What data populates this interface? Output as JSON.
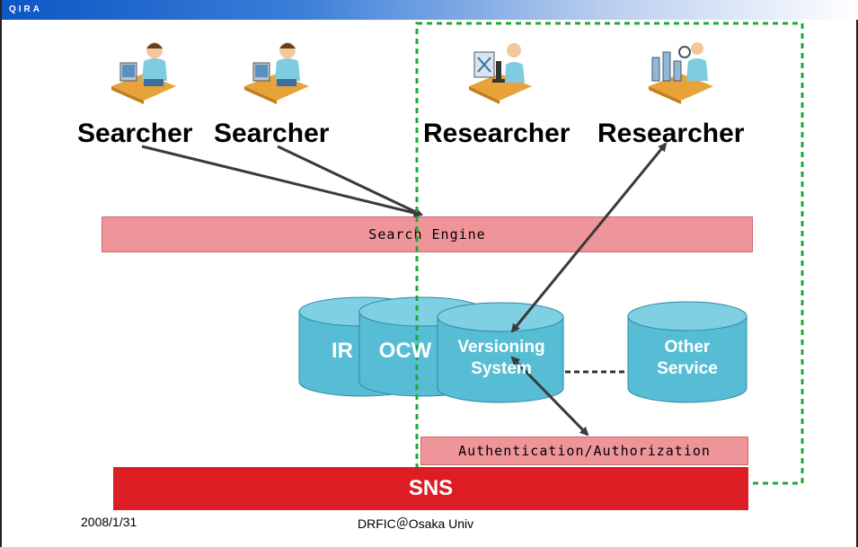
{
  "header": {
    "logo_text": "QIRA"
  },
  "searchers": [
    {
      "label": "Searcher"
    },
    {
      "label": "Searcher"
    }
  ],
  "researchers": [
    {
      "label": "Researcher"
    },
    {
      "label": "Researcher"
    }
  ],
  "search_engine": {
    "label": "Search Engine"
  },
  "databases": {
    "ir": "IR",
    "ocw": "OCW",
    "versioning_line1": "Versioning",
    "versioning_line2": "System",
    "other_line1": "Other",
    "other_line2": "Service"
  },
  "auth": {
    "label": "Authentication/Authorization"
  },
  "sns": {
    "label": "SNS"
  },
  "footer": {
    "date": "2008/1/31",
    "credit": "DRFIC＠Osaka Univ"
  },
  "colors": {
    "pink_bar": "#ef959a",
    "sns_red": "#dc1e24",
    "database_blue": "#56bdd5",
    "dashed_green": "#1fa83a",
    "arrow_gray": "#3a3a3a",
    "header_blue": "#0d56c4"
  }
}
